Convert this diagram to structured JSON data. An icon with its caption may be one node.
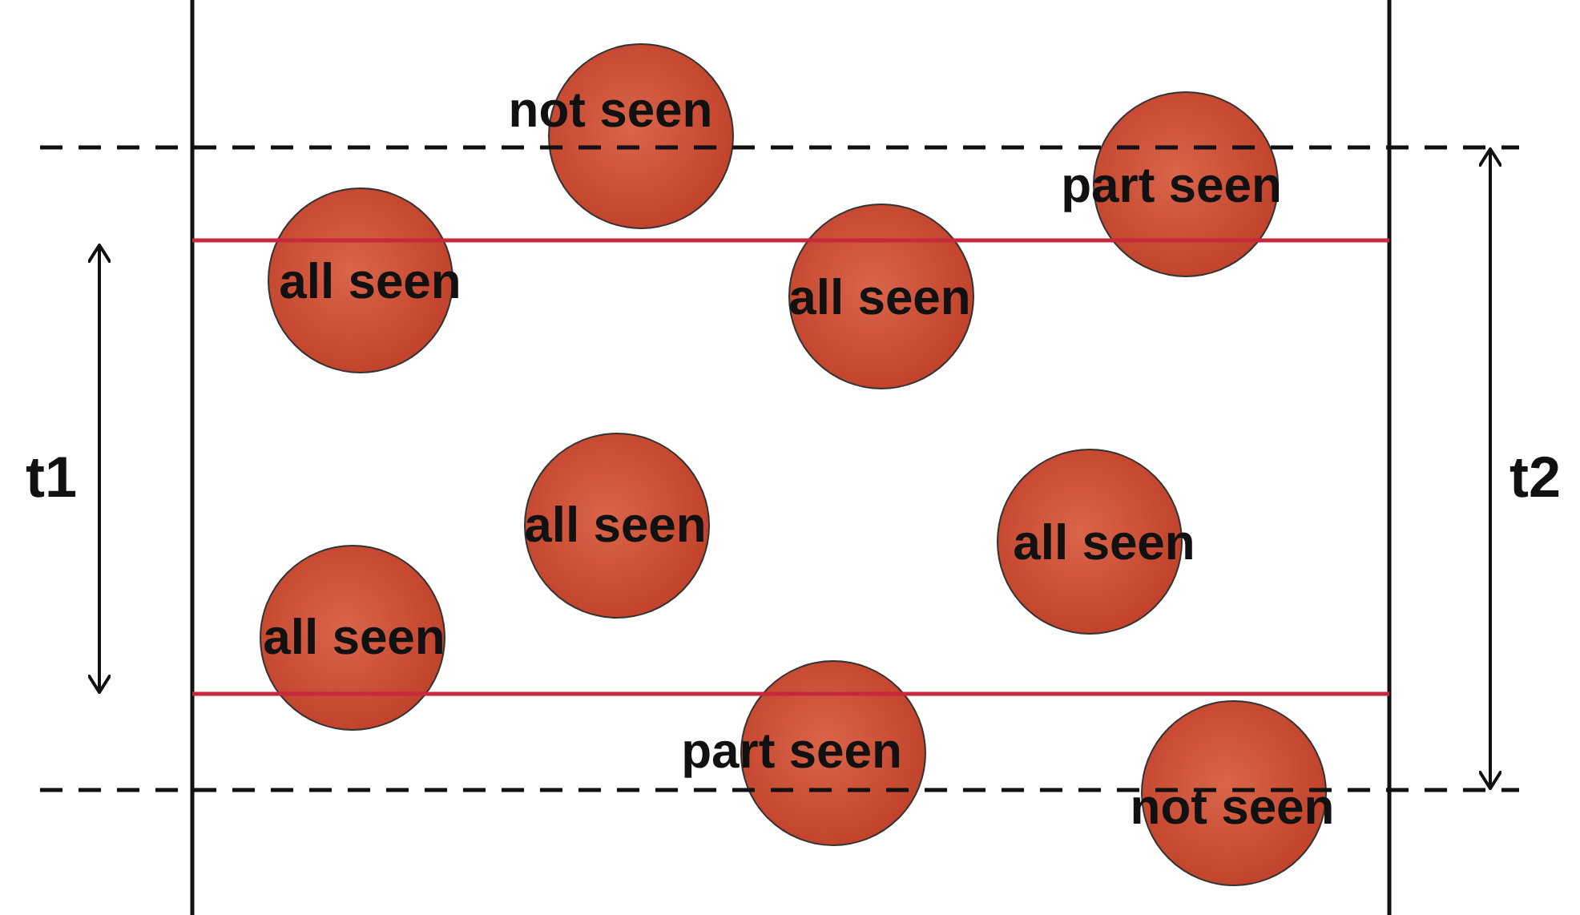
{
  "diagram": {
    "nodes": [
      {
        "text": [
          "not seen"
        ]
      },
      {
        "text": [
          "part seen"
        ]
      },
      {
        "text": [
          "all seen"
        ]
      },
      {
        "text": [
          "all seen"
        ]
      },
      {
        "text": [
          "all seen"
        ]
      },
      {
        "text": [
          "all seen"
        ]
      },
      {
        "text": [
          "all seen"
        ]
      },
      {
        "text": [
          "part seen"
        ]
      },
      {
        "text": [
          "not seen"
        ]
      }
    ],
    "edges": [],
    "labels": [
      "t1",
      "t2"
    ]
  }
}
